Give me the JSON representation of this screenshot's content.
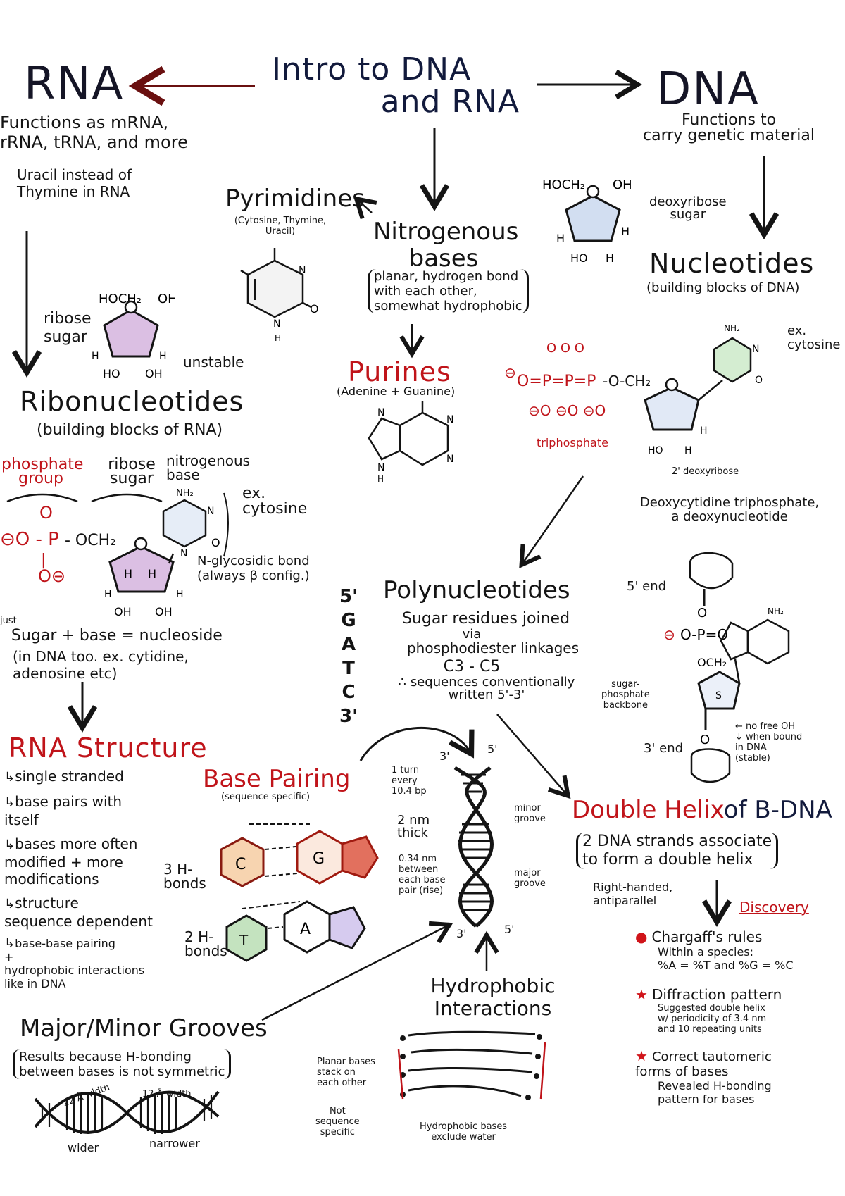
{
  "page": {
    "title_line1": "Intro to DNA",
    "title_line2": "and RNA"
  },
  "rna": {
    "heading": "RNA",
    "functions": "Functions as mRNA,\nrRNA, tRNA, and more",
    "uracil_note": "Uracil instead of\nThymine in RNA",
    "ribose": {
      "label": "ribose\nsugar",
      "atoms": [
        "HOCH2",
        "O",
        "OH",
        "H",
        "H",
        "H",
        "H",
        "HO",
        "OH"
      ],
      "note": "unstable"
    }
  },
  "dna": {
    "heading": "DNA",
    "functions": "Functions to\ncarry genetic material",
    "deoxyribose": {
      "label": "deoxyribose\nsugar",
      "atoms": [
        "HOCH2",
        "O",
        "OH",
        "H",
        "H",
        "HO",
        "H"
      ]
    }
  },
  "nucleotides": {
    "heading": "Nucleotides",
    "subtitle": "(building blocks of DNA)",
    "example_label": "ex.\ncytosine",
    "triphosphate_label": "triphosphate",
    "deoxyribose_label": "2' deoxyribose",
    "caption": "Deoxycytidine triphosphate,\na deoxynucleotide"
  },
  "nitrogenous_bases": {
    "heading": "Nitrogenous\nbases",
    "description": "planar, hydrogen bond\nwith each other,\nsomewhat hydrophobic"
  },
  "pyrimidines": {
    "heading": "Pyrimidines",
    "examples": "(Cytosine, Thymine,\nUracil)"
  },
  "purines": {
    "heading": "Purines",
    "examples": "(Adenine + Guanine)"
  },
  "ribonucleotides": {
    "heading": "Ribonucleotides",
    "subtitle": "(building blocks of RNA)",
    "components": [
      {
        "label": "phosphate\ngroup",
        "color": "#c0141a"
      },
      {
        "label": "ribose\nsugar",
        "color": "#141414"
      },
      {
        "label": "nitrogenous\nbase",
        "color": "#141414"
      }
    ],
    "base_example": "ex.\ncytosine",
    "bond_note": "N-glycosidic bond\n(always β config.)",
    "nucleoside_prefix": "just",
    "nucleoside_rule": "Sugar + base = nucleoside",
    "nucleoside_note": "(in DNA too. ex. cytidine,\nadenosine etc)"
  },
  "rna_structure": {
    "heading": "RNA Structure",
    "points": [
      "single stranded",
      "base pairs with\nitself",
      "bases more often\nmodified + more\nmodifications",
      "structure\nsequence dependent",
      "base-base pairing\n+\nhydrophobic interactions\nlike in DNA"
    ]
  },
  "polynucleotides": {
    "heading": "Polynucleotides",
    "line1": "Sugar residues joined",
    "line2": "via",
    "line3": "phosphodiester linkages",
    "line4": "C3 - C5",
    "line5": "∴ sequences conventionally\nwritten 5'-3'",
    "sequence": [
      "5'",
      "G",
      "A",
      "T",
      "C",
      "3'"
    ]
  },
  "backbone": {
    "five_end": "5' end",
    "three_end": "3' end",
    "backbone_label": "sugar-\nphosphate\nbackbone",
    "free_oh_note": "← no free OH\n↓ when bound\nin DNA\n(stable)",
    "nh2": "NH2"
  },
  "base_pairing": {
    "heading": "Base Pairing",
    "subtitle": "(sequence specific)",
    "gc_bonds": "3 H-\nbonds",
    "at_bonds": "2 H-\nbonds",
    "bases": [
      "C",
      "G",
      "T",
      "A"
    ]
  },
  "helix_facts": {
    "turn": "1 turn\nevery\n10.4 bp",
    "thickness": "2 nm\nthick",
    "spacing": "0.34 nm\nbetween\neach base\npair (rise)",
    "minor_groove": "minor\ngroove",
    "major_groove": "major\ngroove",
    "end_labels": [
      "3'",
      "5'",
      "3'",
      "5'"
    ]
  },
  "double_helix": {
    "heading_red": "Double Helix",
    "heading_navy": "of B-DNA",
    "description": "2 DNA strands associate\nto form a double helix",
    "properties": "Right-handed,\nantiparallel",
    "discovery_label": "Discovery",
    "discoveries": [
      {
        "title": "Chargaff's rules",
        "detail": "Within a species:\n%A = %T and %G = %C"
      },
      {
        "title": "Diffraction pattern",
        "detail": "Suggested double helix\nw/ periodicity of 3.4 nm\nand 10 repeating units"
      },
      {
        "title": "Correct tautomeric\nforms of bases",
        "detail": "Revealed H-bonding\npattern for bases"
      }
    ]
  },
  "grooves": {
    "heading": "Major/Minor Grooves",
    "description": "Results because H-bonding\nbetween bases is not symmetric",
    "wide_label": "22 Å width",
    "narrow_label": "12 Å width",
    "wider": "wider",
    "narrower": "narrower"
  },
  "hydrophobic": {
    "heading": "Hydrophobic\nInteractions",
    "stack_note": "Planar bases\nstack on\neach other",
    "specific_note": "Not\nsequence\nspecific",
    "exclude_note": "Hydrophobic bases\nexclude water"
  },
  "colors": {
    "ink": "#141414",
    "red": "#c0141a",
    "navy": "#121a3c",
    "ribose_fill": "#b070c0",
    "deoxyribose_fill": "#9cb6e0",
    "cytosine_fill": "#9fd89a",
    "guanine_fill": "#d84028",
    "adenine_fill": "#8a6ad0",
    "thymine_fill": "#7cc070"
  }
}
